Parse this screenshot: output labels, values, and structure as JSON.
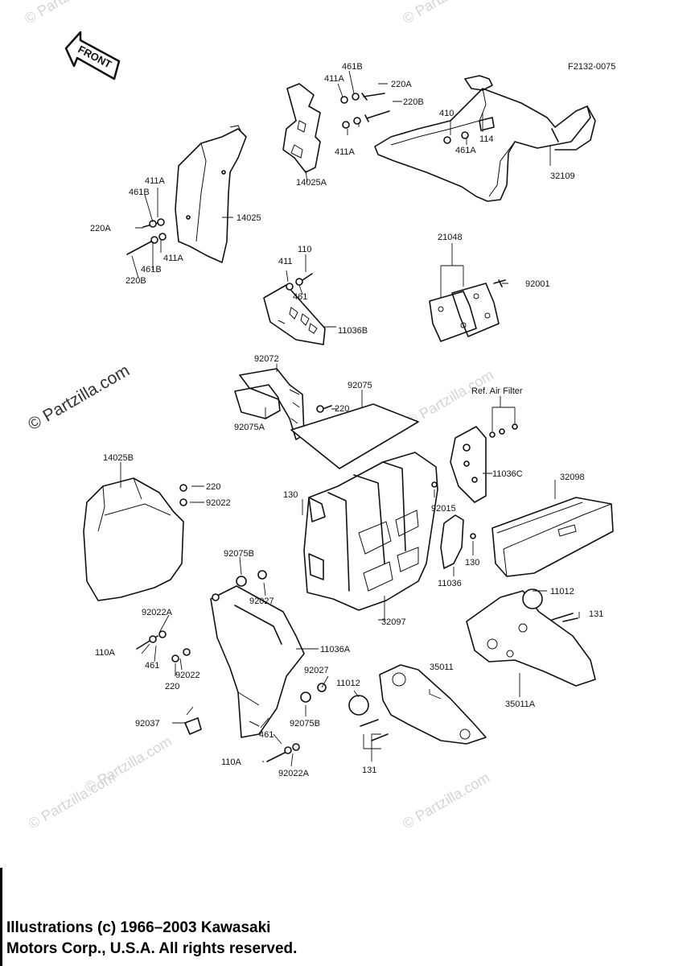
{
  "diagram": {
    "code": "F2132-0075",
    "front_label": "FRONT",
    "labels": {
      "p461B_top": "461B",
      "p411A_top": "411A",
      "p220A_top": "220A",
      "p220B_top": "220B",
      "p411A_mid": "411A",
      "p410": "410",
      "p114": "114",
      "p461A": "461A",
      "p32109": "32109",
      "p14025A": "14025A",
      "p411A_l": "411A",
      "p461B_l": "461B",
      "p220A_l": "220A",
      "p14025": "14025",
      "p461B_l2": "461B",
      "p411A_l2": "411A",
      "p220B_l": "220B",
      "p110": "110",
      "p411": "411",
      "p461": "461",
      "p11036B": "11036B",
      "p21048": "21048",
      "p92001": "92001",
      "p92072": "92072",
      "p92075": "92075",
      "p220": "220",
      "p92075A": "92075A",
      "p_ref": "Ref. Air Filter",
      "p14025B": "14025B",
      "p220_b": "220",
      "p92022": "92022",
      "p11036C": "11036C",
      "p32098": "32098",
      "p130_l": "130",
      "p92015": "92015",
      "p130_r": "130",
      "p11036": "11036",
      "p92075B": "92075B",
      "p92027": "92027",
      "p92022A": "92022A",
      "p110A": "110A",
      "p461_b": "461",
      "p92022_b": "92022",
      "p220_c": "220",
      "p11036A": "11036A",
      "p32097": "32097",
      "p11012": "11012",
      "p131": "131",
      "p35011": "35011",
      "p35011A": "35011A",
      "p92027_b": "92027",
      "p11012_b": "11012",
      "p92075B_b": "92075B",
      "p92037": "92037",
      "p461_c": "461",
      "p110A_b": "110A",
      "p92022A_b": "92022A",
      "p131_b": "131"
    }
  },
  "watermarks": {
    "main": "© Partzilla.com",
    "faint": "© Partzilla.com"
  },
  "copyright": {
    "line1": "Illustrations (c) 1966–2003 Kawasaki",
    "line2": "Motors Corp., U.S.A.  All rights reserved."
  }
}
